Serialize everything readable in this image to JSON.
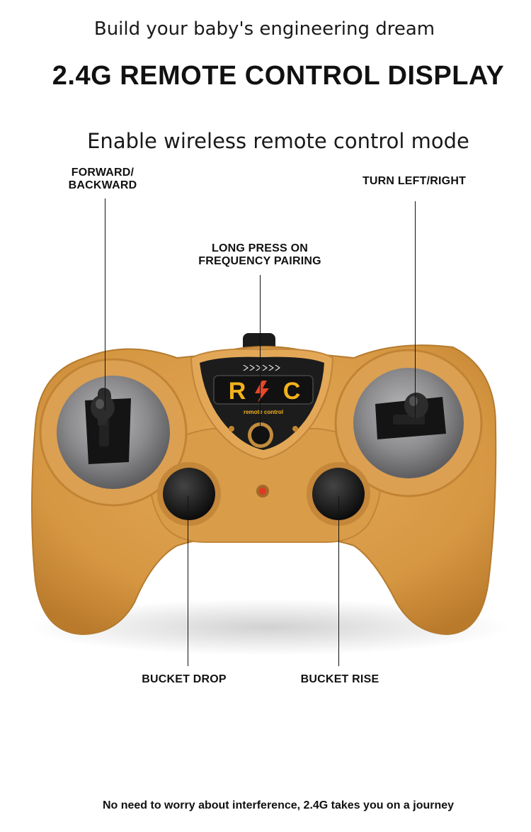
{
  "header": {
    "tagline": "Build your baby's engineering dream",
    "title": "2.4G REMOTE CONTROL DISPLAY",
    "mode": "Enable wireless remote control mode"
  },
  "callouts": {
    "forward_backward_line1": "FORWARD/",
    "forward_backward_line2": "BACKWARD",
    "turn": "TURN LEFT/RIGHT",
    "pairing_line1": "LONG PRESS ON",
    "pairing_line2": "FREQUENCY PAIRING",
    "bucket_drop": "BUCKET DROP",
    "bucket_rise": "BUCKET RISE"
  },
  "badge": {
    "rc_left": "R",
    "rc_right": "C",
    "caption": "remote control"
  },
  "footer": {
    "text": "No need to worry about interference, 2.4G takes you on a journey"
  },
  "colors": {
    "body": "#d89a45",
    "dial": "#8a8a8c",
    "badge_bg": "#1c1c1c",
    "badge_text": "#f2b21b",
    "led": "#e03a1e"
  }
}
